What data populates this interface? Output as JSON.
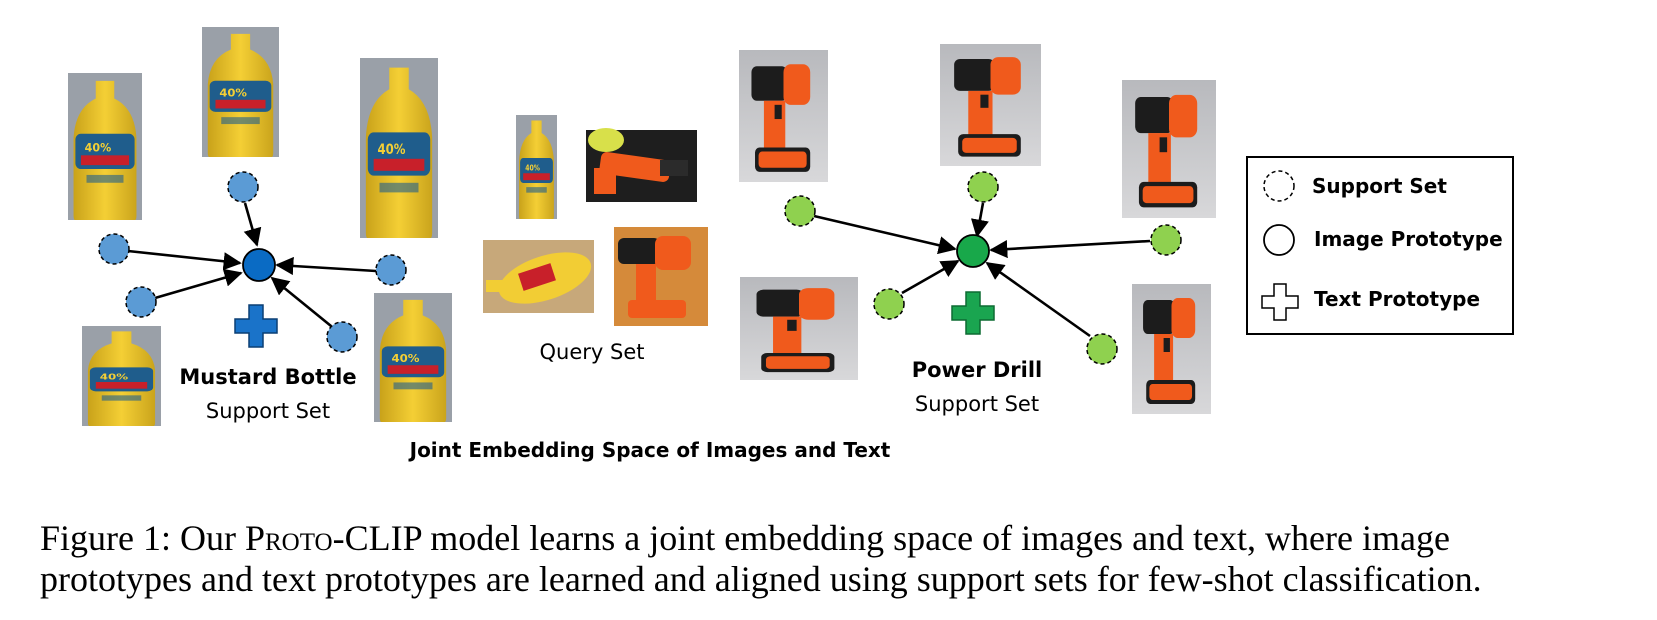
{
  "figure": {
    "left_group": {
      "title": "Mustard Bottle",
      "subtitle": "Support Set",
      "color": "#5b9bd5",
      "prototype_color": "#0a6bc4"
    },
    "query": {
      "label": "Query Set"
    },
    "right_group": {
      "title": "Power Drill",
      "subtitle": "Support Set",
      "color": "#8fd14f",
      "prototype_color": "#18a84a"
    },
    "joint_label": "Joint Embedding Space of Images and Text",
    "legend": {
      "support": "Support Set",
      "image_proto": "Image Prototype",
      "text_proto": "Text Prototype"
    }
  },
  "caption": {
    "prefix": "Figure 1: Our ",
    "model_name_sc": "Proto",
    "model_name_rest": "-CLIP",
    "line1_rest": " model learns a joint embedding space of images and text, where image",
    "line2": "prototypes and text prototypes are learned and aligned using support sets for few-shot classification."
  }
}
